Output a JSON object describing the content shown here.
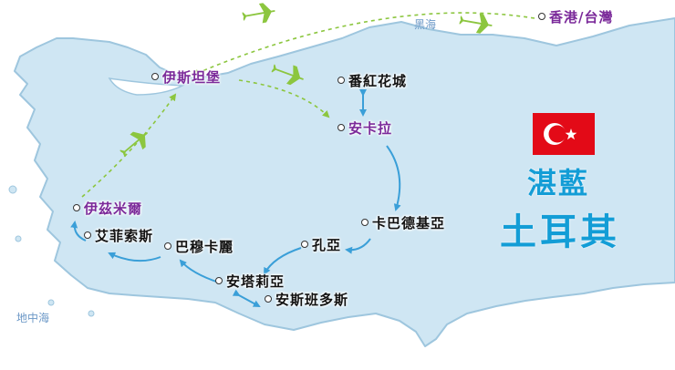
{
  "seas": {
    "black_sea": "黑海",
    "mediterranean": "地中海"
  },
  "cities": {
    "istanbul": "伊斯坦堡",
    "safranbolu": "番紅花城",
    "ankara": "安卡拉",
    "cappadocia": "卡巴德基亞",
    "konya": "孔亞",
    "antalya": "安塔莉亞",
    "aspendos": "安斯班多斯",
    "pamukkale": "巴穆卡麗",
    "ephesus": "艾菲索斯",
    "izmir": "伊茲米爾",
    "hongkong_taiwan": "香港/台灣"
  },
  "title": {
    "line1": "湛藍",
    "line2": "土耳其"
  },
  "colors": {
    "land": "#cfe6f3",
    "land_edge": "#9ec6de",
    "sea_bg": "#ffffff",
    "route_arrow": "#3a9fd8",
    "flight_path": "#8cc63f",
    "plane": "#8cc63f",
    "city_purple": "#7b2a9a",
    "title_blue": "#139dd6",
    "flag_red": "#e30a17"
  },
  "icons": {
    "flag": "turkey-flag-icon",
    "plane": "airplane-icon",
    "city_marker": "city-dot-icon"
  }
}
